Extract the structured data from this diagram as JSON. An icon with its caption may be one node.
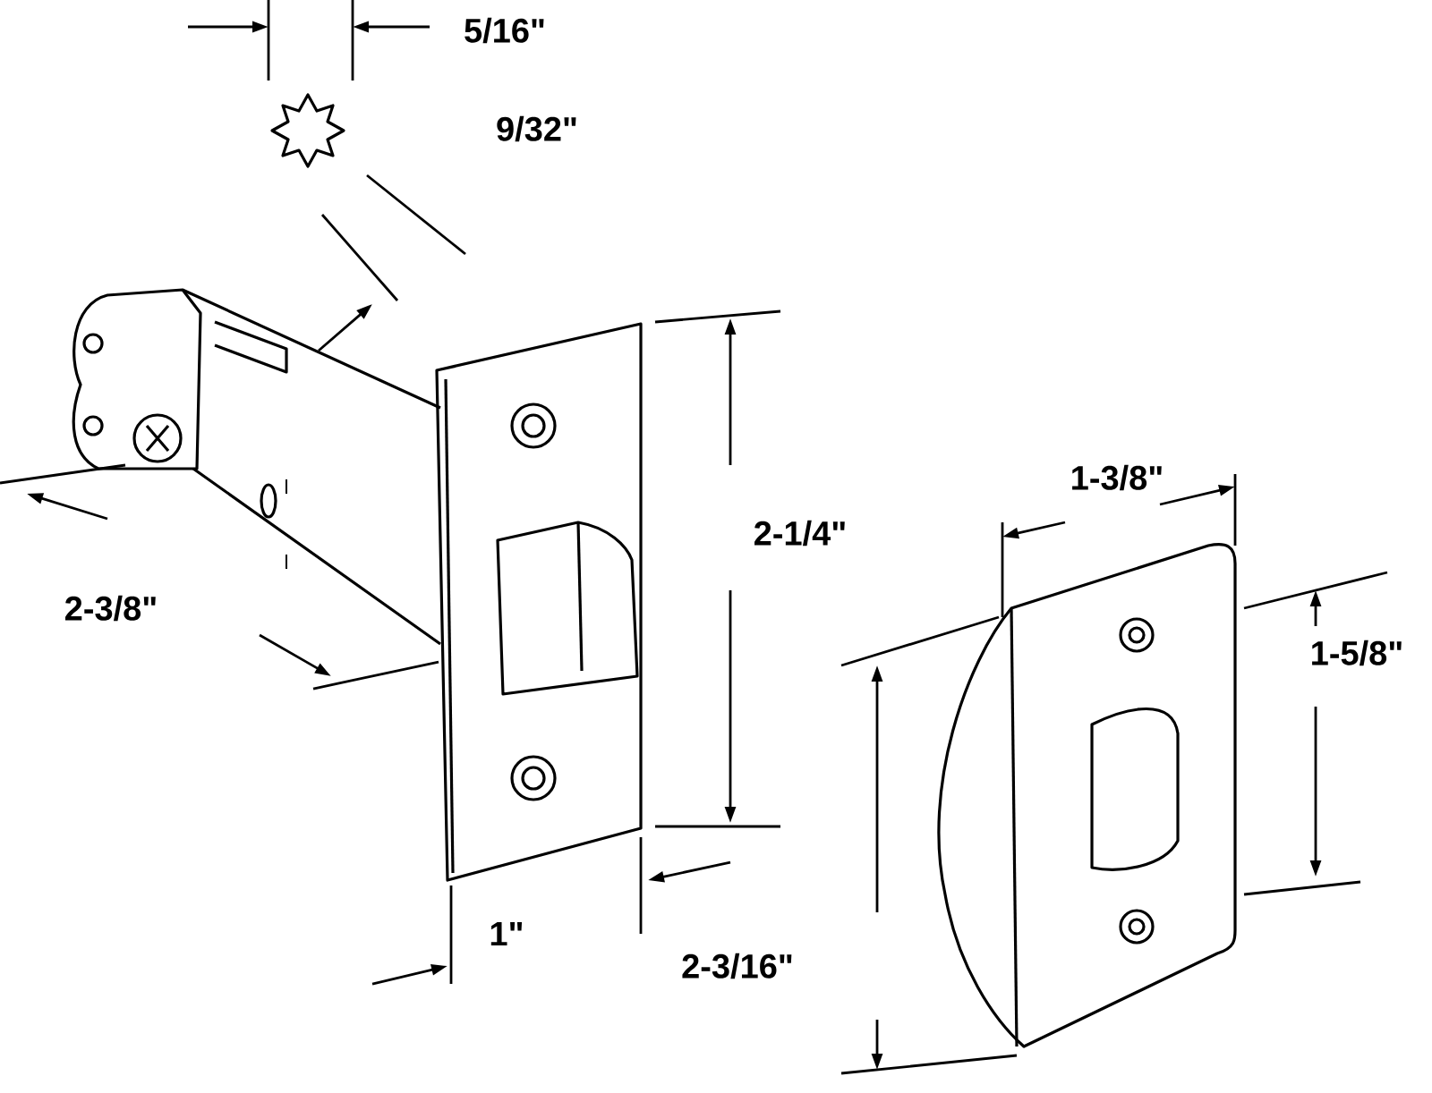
{
  "diagram": {
    "labels": [
      "5/16\"",
      "9/32\"",
      "2-3/8\"",
      "2-1/4\"",
      "1-3/8\"",
      "1-5/8\"",
      "1\"",
      "2-3/16\""
    ]
  }
}
